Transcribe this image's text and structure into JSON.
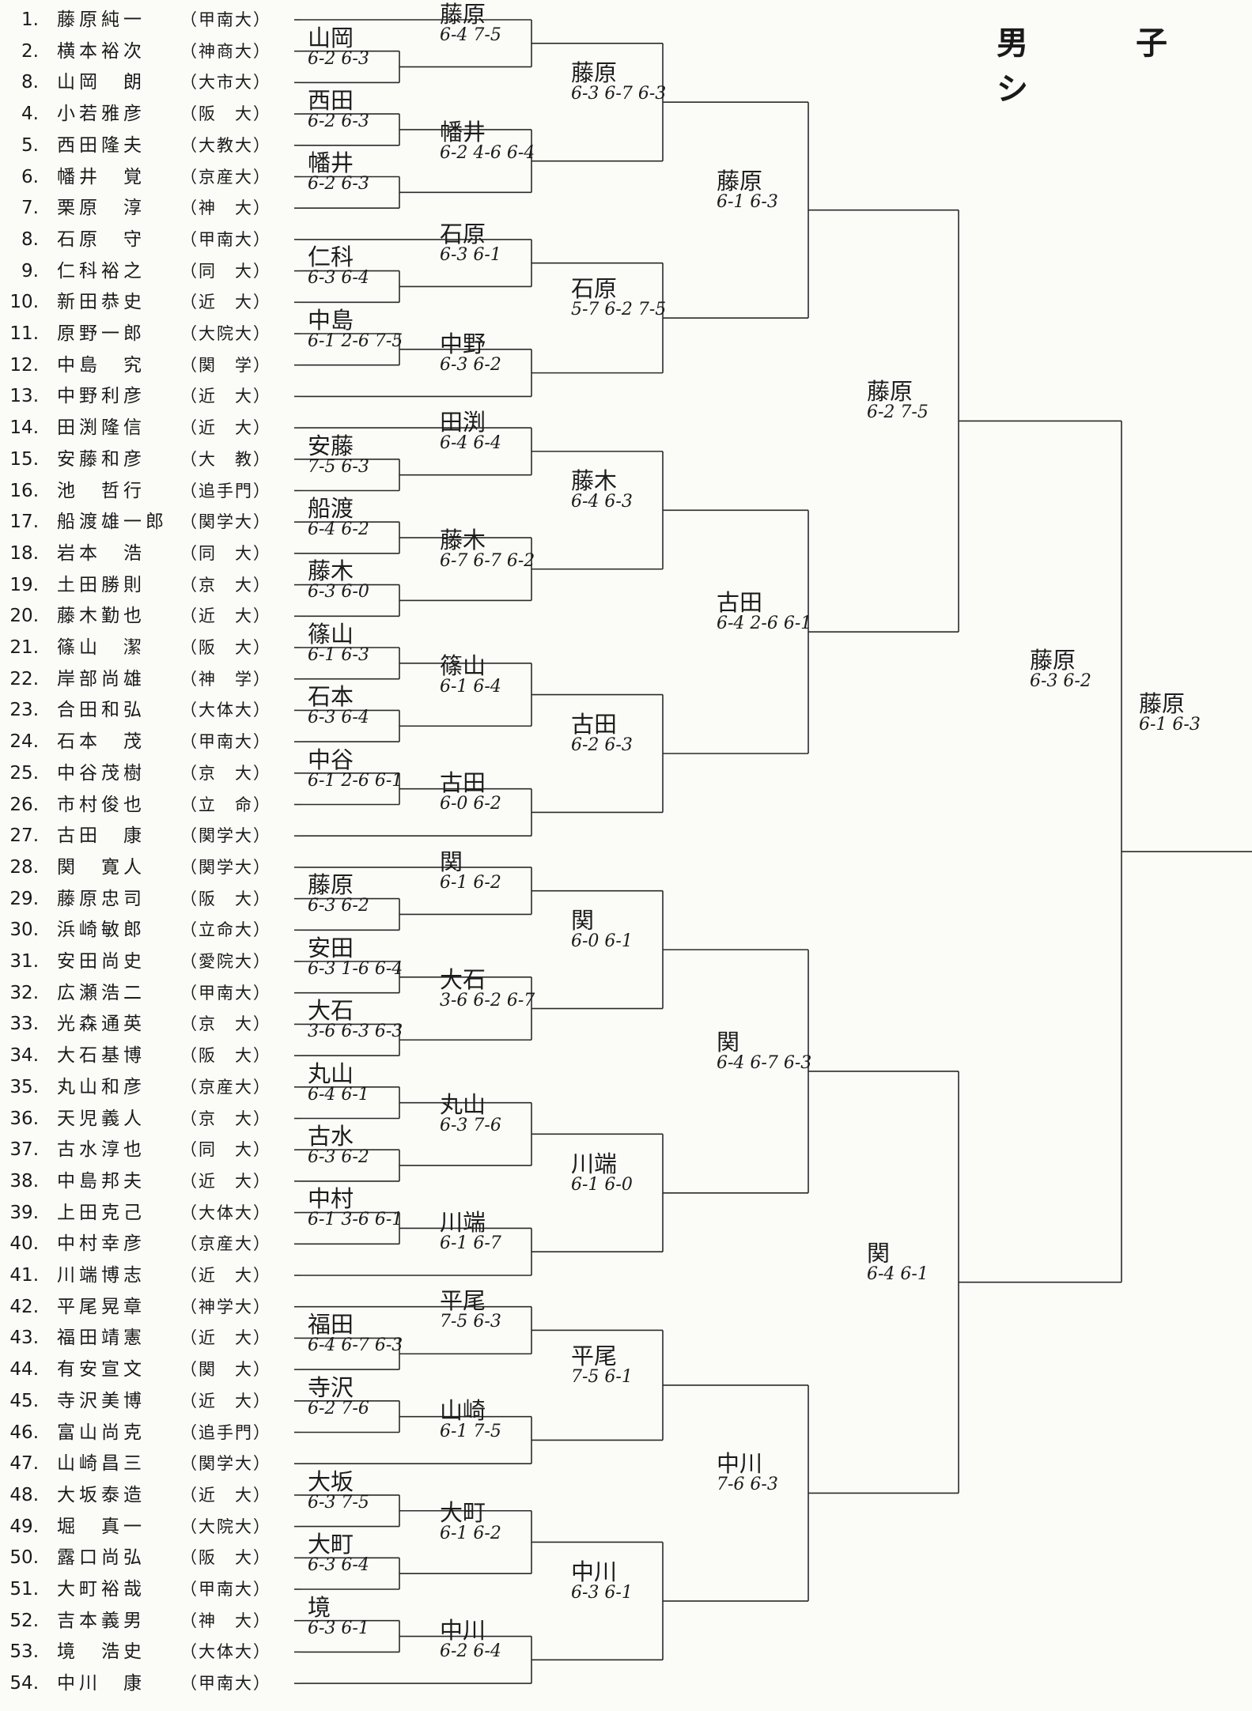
{
  "title": "男　子　シ",
  "players": [
    {
      "num": "1.",
      "name": "藤原純一",
      "univ": "（甲南大）"
    },
    {
      "num": "2.",
      "name": "横本裕次",
      "univ": "（神商大）"
    },
    {
      "num": "8.",
      "name": "山岡　朗",
      "univ": "（大市大）"
    },
    {
      "num": "4.",
      "name": "小若雅彦",
      "univ": "（阪　大）"
    },
    {
      "num": "5.",
      "name": "西田隆夫",
      "univ": "（大教大）"
    },
    {
      "num": "6.",
      "name": "幡井　覚",
      "univ": "（京産大）"
    },
    {
      "num": "7.",
      "name": "栗原　淳",
      "univ": "（神　大）"
    },
    {
      "num": "8.",
      "name": "石原　守",
      "univ": "（甲南大）"
    },
    {
      "num": "9.",
      "name": "仁科裕之",
      "univ": "（同　大）"
    },
    {
      "num": "10.",
      "name": "新田恭史",
      "univ": "（近　大）"
    },
    {
      "num": "11.",
      "name": "原野一郎",
      "univ": "（大院大）"
    },
    {
      "num": "12.",
      "name": "中島　究",
      "univ": "（関　学）"
    },
    {
      "num": "13.",
      "name": "中野利彦",
      "univ": "（近　大）"
    },
    {
      "num": "14.",
      "name": "田渕隆信",
      "univ": "（近　大）"
    },
    {
      "num": "15.",
      "name": "安藤和彦",
      "univ": "（大　教）"
    },
    {
      "num": "16.",
      "name": "池　哲行",
      "univ": "（追手門）"
    },
    {
      "num": "17.",
      "name": "船渡雄一郎",
      "univ": "（関学大）"
    },
    {
      "num": "18.",
      "name": "岩本　浩",
      "univ": "（同　大）"
    },
    {
      "num": "19.",
      "name": "土田勝則",
      "univ": "（京　大）"
    },
    {
      "num": "20.",
      "name": "藤木勤也",
      "univ": "（近　大）"
    },
    {
      "num": "21.",
      "name": "篠山　潔",
      "univ": "（阪　大）"
    },
    {
      "num": "22.",
      "name": "岸部尚雄",
      "univ": "（神　学）"
    },
    {
      "num": "23.",
      "name": "合田和弘",
      "univ": "（大体大）"
    },
    {
      "num": "24.",
      "name": "石本　茂",
      "univ": "（甲南大）"
    },
    {
      "num": "25.",
      "name": "中谷茂樹",
      "univ": "（京　大）"
    },
    {
      "num": "26.",
      "name": "市村俊也",
      "univ": "（立　命）"
    },
    {
      "num": "27.",
      "name": "古田　康",
      "univ": "（関学大）"
    },
    {
      "num": "28.",
      "name": "関　寛人",
      "univ": "（関学大）"
    },
    {
      "num": "29.",
      "name": "藤原忠司",
      "univ": "（阪　大）"
    },
    {
      "num": "30.",
      "name": "浜崎敏郎",
      "univ": "（立命大）"
    },
    {
      "num": "31.",
      "name": "安田尚史",
      "univ": "（愛院大）"
    },
    {
      "num": "32.",
      "name": "広瀬浩二",
      "univ": "（甲南大）"
    },
    {
      "num": "33.",
      "name": "光森通英",
      "univ": "（京　大）"
    },
    {
      "num": "34.",
      "name": "大石基博",
      "univ": "（阪　大）"
    },
    {
      "num": "35.",
      "name": "丸山和彦",
      "univ": "（京産大）"
    },
    {
      "num": "36.",
      "name": "天児義人",
      "univ": "（京　大）"
    },
    {
      "num": "37.",
      "name": "古水淳也",
      "univ": "（同　大）"
    },
    {
      "num": "38.",
      "name": "中島邦夫",
      "univ": "（近　大）"
    },
    {
      "num": "39.",
      "name": "上田克己",
      "univ": "（大体大）"
    },
    {
      "num": "40.",
      "name": "中村幸彦",
      "univ": "（京産大）"
    },
    {
      "num": "41.",
      "name": "川端博志",
      "univ": "（近　大）"
    },
    {
      "num": "42.",
      "name": "平尾晃章",
      "univ": "（神学大）"
    },
    {
      "num": "43.",
      "name": "福田靖憲",
      "univ": "（近　大）"
    },
    {
      "num": "44.",
      "name": "有安宣文",
      "univ": "（関　大）"
    },
    {
      "num": "45.",
      "name": "寺沢美博",
      "univ": "（近　大）"
    },
    {
      "num": "46.",
      "name": "富山尚克",
      "univ": "（追手門）"
    },
    {
      "num": "47.",
      "name": "山崎昌三",
      "univ": "（関学大）"
    },
    {
      "num": "48.",
      "name": "大坂泰造",
      "univ": "（近　大）"
    },
    {
      "num": "49.",
      "name": "堀　真一",
      "univ": "（大院大）"
    },
    {
      "num": "50.",
      "name": "露口尚弘",
      "univ": "（阪　大）"
    },
    {
      "num": "51.",
      "name": "大町裕哉",
      "univ": "（甲南大）"
    },
    {
      "num": "52.",
      "name": "吉本義男",
      "univ": "（神　大）"
    },
    {
      "num": "53.",
      "name": "境　浩史",
      "univ": "（大体大）"
    },
    {
      "num": "54.",
      "name": "中川　康",
      "univ": "（甲南大）"
    }
  ],
  "matches": [
    {
      "winner": "山岡",
      "score": "6-2 6-3"
    },
    {
      "winner": "西田",
      "score": "6-2 6-3"
    },
    {
      "winner": "幡井",
      "score": "6-2 6-3"
    },
    {
      "winner": "藤原",
      "score": "6-4 7-5"
    },
    {
      "winner": "幡井",
      "score": "6-2 4-6 6-4"
    },
    {
      "winner": "藤原",
      "score": "6-3 6-7 6-3"
    },
    {
      "winner": "仁科",
      "score": "6-3 6-4"
    },
    {
      "winner": "中島",
      "score": "6-1 2-6 7-5"
    },
    {
      "winner": "石原",
      "score": "6-3 6-1"
    },
    {
      "winner": "中野",
      "score": "6-3 6-2"
    },
    {
      "winner": "石原",
      "score": "5-7 6-2 7-5"
    },
    {
      "winner": "藤原",
      "score": "6-1 6-3"
    },
    {
      "winner": "安藤",
      "score": "7-5 6-3"
    },
    {
      "winner": "船渡",
      "score": "6-4 6-2"
    },
    {
      "winner": "藤木",
      "score": "6-3 6-0"
    },
    {
      "winner": "田渕",
      "score": "6-4 6-4"
    },
    {
      "winner": "藤木",
      "score": "6-7 6-7 6-2"
    },
    {
      "winner": "藤木",
      "score": "6-4 6-3"
    },
    {
      "winner": "篠山",
      "score": "6-1 6-3"
    },
    {
      "winner": "石本",
      "score": "6-3 6-4"
    },
    {
      "winner": "中谷",
      "score": "6-1 2-6 6-1"
    },
    {
      "winner": "篠山",
      "score": "6-1 6-4"
    },
    {
      "winner": "古田",
      "score": "6-0 6-2"
    },
    {
      "winner": "古田",
      "score": "6-2 6-3"
    },
    {
      "winner": "古田",
      "score": "6-4 2-6 6-1"
    },
    {
      "winner": "藤原",
      "score": "6-2 7-5"
    },
    {
      "winner": "藤原",
      "score": "6-3 6-2"
    },
    {
      "winner": "藤原",
      "score": "6-3 6-2"
    },
    {
      "winner": "安田",
      "score": "6-3 1-6 6-4"
    },
    {
      "winner": "大石",
      "score": "3-6 6-3 6-3"
    },
    {
      "winner": "関",
      "score": "6-1 6-2"
    },
    {
      "winner": "大石",
      "score": "3-6 6-2 6-7"
    },
    {
      "winner": "関",
      "score": "6-0 6-1"
    },
    {
      "winner": "丸山",
      "score": "6-4 6-1"
    },
    {
      "winner": "古水",
      "score": "6-3 6-2"
    },
    {
      "winner": "中村",
      "score": "6-1 3-6 6-1"
    },
    {
      "winner": "丸山",
      "score": "6-3 7-6"
    },
    {
      "winner": "川端",
      "score": "6-1 6-7"
    },
    {
      "winner": "川端",
      "score": "6-1 6-0"
    },
    {
      "winner": "関",
      "score": "6-4 6-7 6-3"
    },
    {
      "winner": "福田",
      "score": "6-4 6-7 6-3"
    },
    {
      "winner": "寺沢",
      "score": "6-2 7-6"
    },
    {
      "winner": "平尾",
      "score": "7-5 6-3"
    },
    {
      "winner": "山崎",
      "score": "6-1 7-5"
    },
    {
      "winner": "平尾",
      "score": "7-5 6-1"
    },
    {
      "winner": "大坂",
      "score": "6-3 7-5"
    },
    {
      "winner": "大町",
      "score": "6-3 6-4"
    },
    {
      "winner": "境",
      "score": "6-3 6-1"
    },
    {
      "winner": "大町",
      "score": "6-1 6-2"
    },
    {
      "winner": "中川",
      "score": "6-2 6-4"
    },
    {
      "winner": "中川",
      "score": "6-3 6-1"
    },
    {
      "winner": "中川",
      "score": "7-6 6-3"
    },
    {
      "winner": "関",
      "score": "6-4 6-1"
    },
    {
      "winner": "藤原",
      "score": "6-1 6-3"
    }
  ]
}
